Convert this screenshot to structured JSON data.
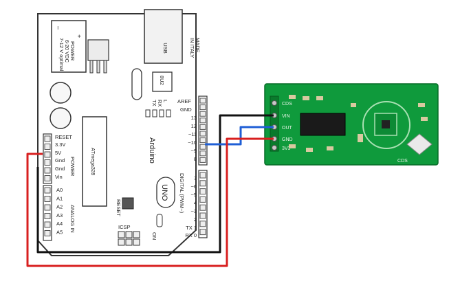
{
  "arduino": {
    "made_in": [
      "MADE",
      "IN ITALY"
    ],
    "usb": "USB",
    "power_jack": [
      "+",
      "–",
      "POWER",
      "6-20 VDC",
      "7-12 V optimal"
    ],
    "chip_8u2": "8U2",
    "tx_rx_l": [
      "TX",
      "RX",
      "L"
    ],
    "aref": "AREF",
    "gnd_top": "GND",
    "digital_pins": [
      "13",
      "12",
      "~11",
      "~10",
      "~9",
      "8",
      "7",
      "~6",
      "~5",
      "4",
      "~3",
      "2",
      "TX 1",
      "RX 0"
    ],
    "digital_label": "DIGITAL (PWM~)",
    "reset": "RESET",
    "power_pins": [
      "3.3V",
      "5V",
      "Gnd",
      "Gnd",
      "Vin"
    ],
    "power_label": "POWER",
    "analog_pins": [
      "A0",
      "A1",
      "A2",
      "A3",
      "A4",
      "A5"
    ],
    "analog_label": "ANALOG IN",
    "atmega": "ATmega328",
    "brand": "Arduino",
    "uno": "UNO",
    "reset_btn": "RESET",
    "icsp": "ICSP",
    "on": "ON"
  },
  "sensor": {
    "pins": [
      "CDS",
      "VIN",
      "OUT",
      "GND",
      "3V3"
    ],
    "cds": "CDS"
  },
  "wires": {
    "black": "#111111",
    "blue": "#1f5fd6",
    "red": "#d81f1f"
  }
}
